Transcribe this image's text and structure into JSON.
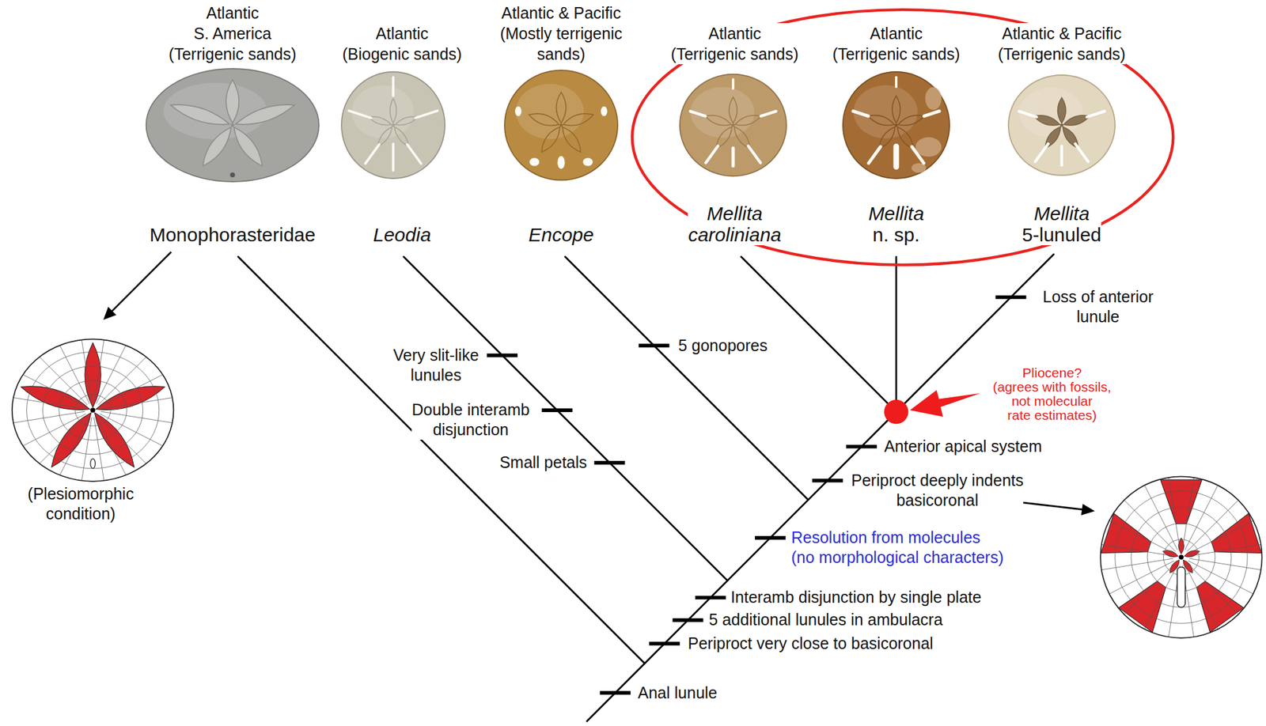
{
  "diagram": {
    "nodes": [
      {
        "text": [
          "Atlantic S. America (Terrigenic sands)",
          "Monophorasteridae"
        ]
      },
      {
        "text": [
          "Atlantic (Biogenic sands)",
          "Leodia"
        ]
      },
      {
        "text": [
          "Atlantic & Pacific (Mostly terrigenic sands)",
          "Encope"
        ]
      },
      {
        "text": [
          "Atlantic (Terrigenic sands)",
          "Mellita caroliniana"
        ]
      },
      {
        "text": [
          "Atlantic (Terrigenic sands)",
          "Mellita n. sp."
        ]
      },
      {
        "text": [
          "Atlantic & Pacific (Terrigenic sands)",
          "Mellita 5-lunuled"
        ]
      }
    ],
    "labels": [
      "Loss of anterior lunule",
      "5 gonopores",
      "Very slit-like lunules",
      "Pliocene? (agrees with fossils, not molecular rate estimates)",
      "Double interamb disjunction",
      "Anterior apical system",
      "Small petals",
      "Periproct deeply indents basicoronal",
      "(Plesiomorphic condition)",
      "Resolution from molecules (no morphological characters)",
      "Interamb disjunction by single plate",
      "5 additional lunules in ambulacra",
      "Periproct very close to basicoronal",
      "Anal lunule"
    ]
  }
}
